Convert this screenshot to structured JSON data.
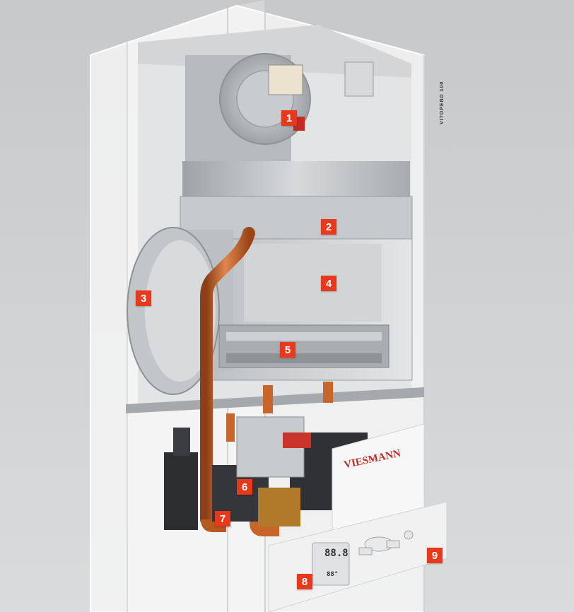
{
  "product_label": "VITOPEND 100",
  "brand_logo_text": "VIESMANN",
  "display": {
    "main_readout": "88.8",
    "small_readout": "88",
    "small_unit": "°"
  },
  "callouts": [
    "1",
    "2",
    "3",
    "4",
    "5",
    "6",
    "7",
    "8",
    "9"
  ],
  "colors": {
    "callout": "#e8391c",
    "copper_pipe": "#c8652a",
    "casing": "#efeff0",
    "background": "#c9cbcd"
  }
}
